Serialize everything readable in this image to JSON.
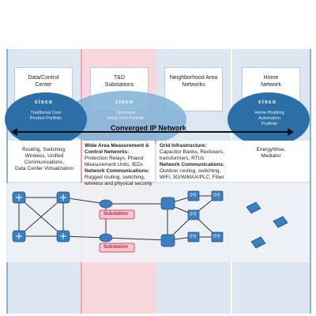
{
  "columns": [
    {
      "header": "Data/Control\nCenter",
      "cisco": "cisco",
      "ellipse": "Traditional Core\nProduct Portfolio",
      "desc": "Routing, Switching,\nWireless, Unified\nCommunications,\nData Center Virtualization"
    },
    {
      "header": "T&D\nSubstations",
      "cisco": "cisco",
      "ellipse": "Optimized\nSmart Grid Portfolio",
      "desc_bold1": "Wide Area Measurement & Control Networks:",
      "desc1": " Protection Relays, Phasor Measurement Units, IEDs",
      "desc_bold2": "Network Communications:",
      "desc2": " Rugged routing, switching, wireless and physical security"
    },
    {
      "header": "Neighborhood Area\nNetworks",
      "desc_bold1": "Grid Infrastructure:",
      "desc1": " Capacitor Banks, Reclosers, transformers, RTUs",
      "desc_bold2": "Network Communications:",
      "desc2": " Outdoor routing, switching, WiFi, 3G/WiMAX/PLC, Fiber"
    },
    {
      "header": "Home\nNetwork",
      "cisco": "cisco",
      "ellipse": "Home /Building\nAutomation\nPortfolio",
      "desc": "EnergyWise,\nMediator"
    }
  ],
  "banner": "Converged IP Network",
  "substation_label": "Substation",
  "colors": {
    "ellipse": "#2b6fa6",
    "ellipse_light": "#7fb0d6",
    "substation": "#c6264b",
    "device": "#3c7fbf"
  }
}
